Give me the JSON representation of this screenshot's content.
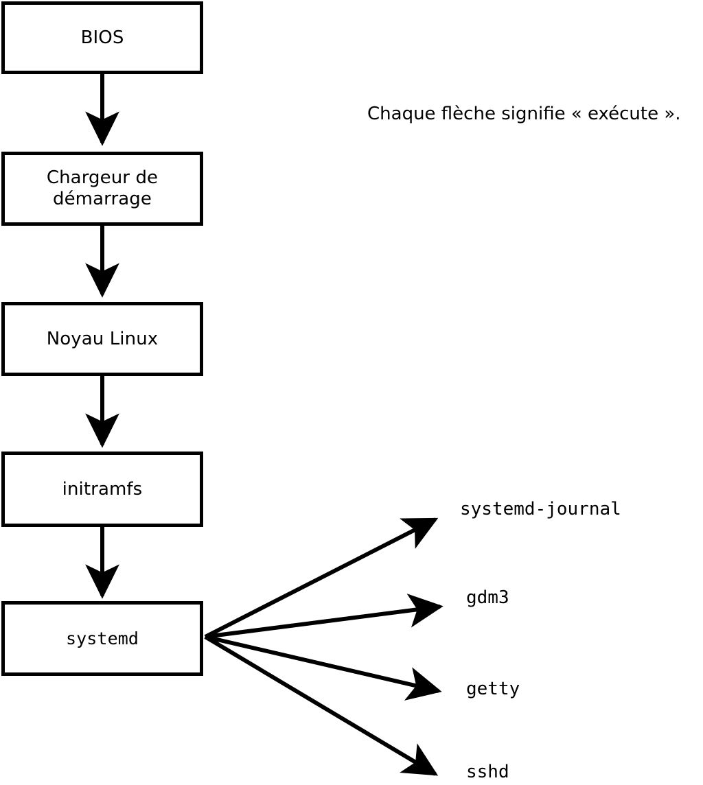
{
  "diagram": {
    "type": "flowchart",
    "title_visible": false,
    "annotation": "Chaque flèche signifie « exécute ».",
    "colors": {
      "stroke": "#000000",
      "fill": "#ffffff",
      "text": "#000000"
    },
    "boot_chain": [
      {
        "id": "bios",
        "label": "BIOS"
      },
      {
        "id": "bootloader",
        "label": "Chargeur de\ndémarrage"
      },
      {
        "id": "kernel",
        "label": "Noyau Linux"
      },
      {
        "id": "initramfs",
        "label": "initramfs"
      },
      {
        "id": "systemd",
        "label": "systemd"
      }
    ],
    "services": [
      {
        "id": "systemd-journal",
        "label": "systemd-journal"
      },
      {
        "id": "gdm3",
        "label": "gdm3"
      },
      {
        "id": "getty",
        "label": "getty"
      },
      {
        "id": "sshd",
        "label": "sshd"
      }
    ],
    "edges": [
      {
        "from": "bios",
        "to": "bootloader",
        "meaning": "exécute"
      },
      {
        "from": "bootloader",
        "to": "kernel",
        "meaning": "exécute"
      },
      {
        "from": "kernel",
        "to": "initramfs",
        "meaning": "exécute"
      },
      {
        "from": "initramfs",
        "to": "systemd",
        "meaning": "exécute"
      },
      {
        "from": "systemd",
        "to": "systemd-journal",
        "meaning": "exécute"
      },
      {
        "from": "systemd",
        "to": "gdm3",
        "meaning": "exécute"
      },
      {
        "from": "systemd",
        "to": "getty",
        "meaning": "exécute"
      },
      {
        "from": "systemd",
        "to": "sshd",
        "meaning": "exécute"
      }
    ]
  }
}
